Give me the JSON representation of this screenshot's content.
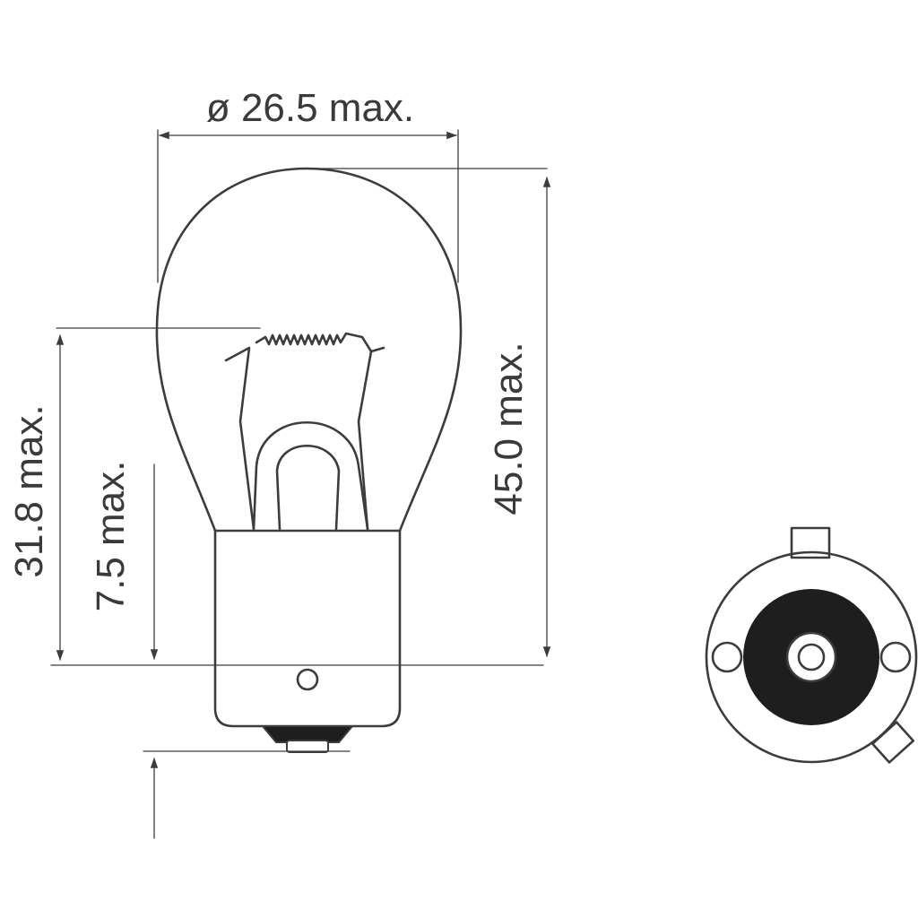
{
  "dimensions": {
    "diameter": "ø 26.5 max.",
    "overall_length": "45.0 max.",
    "light_center_length": "31.8 max.",
    "pin_offset": "7.5 max."
  },
  "colors": {
    "line": "#3c3c3c",
    "text": "#3a3a3a",
    "contact_fill": "#1e1e1e",
    "background": "#ffffff"
  }
}
